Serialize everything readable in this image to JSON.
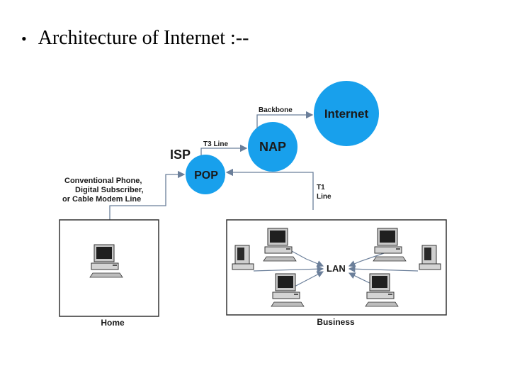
{
  "slide": {
    "bullet": "•",
    "title": "Architecture of Internet :--"
  },
  "diagram": {
    "nodes": {
      "internet": "Internet",
      "nap": "NAP",
      "pop": "POP",
      "isp": "ISP",
      "lan": "LAN"
    },
    "links": {
      "backbone": "Backbone",
      "t3_line": "T3 Line",
      "t1_line_1": "T1",
      "t1_line_2": "Line",
      "access_line_1": "Conventional Phone,",
      "access_line_2": "Digital Subscriber,",
      "access_line_3": "or Cable Modem Line"
    },
    "boxes": {
      "home": "Home",
      "business": "Business"
    },
    "colors": {
      "node_fill": "#18a0ec",
      "line": "#6b7f9a",
      "box_border": "#333333"
    }
  }
}
